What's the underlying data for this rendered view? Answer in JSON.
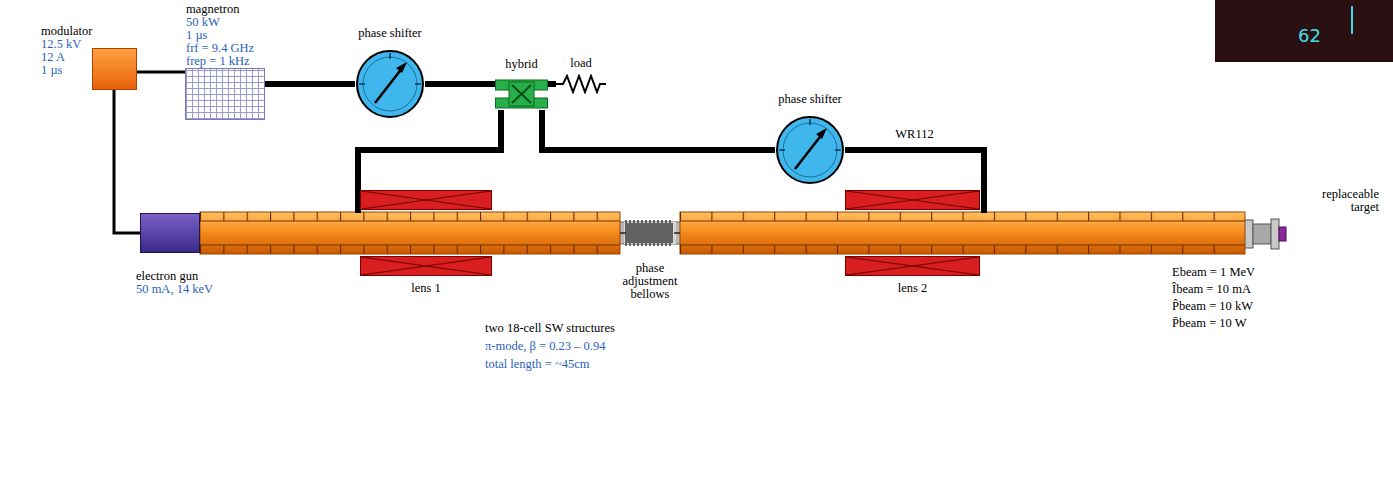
{
  "diagram": {
    "nodes": [
      {
        "text": [
          "modulator",
          "12.5 kV",
          "12 A",
          "1 µs"
        ]
      },
      {
        "text": [
          "magnetron",
          "50 kW",
          "1 µs",
          "frf = 9.4 GHz",
          "frep = 1 kHz"
        ]
      },
      {
        "text": [
          "phase shifter"
        ]
      },
      {
        "text": [
          "hybrid"
        ]
      },
      {
        "text": [
          "load"
        ]
      },
      {
        "text": [
          "phase shifter"
        ]
      },
      {
        "text": [
          "electron gun",
          "50 mA, 14 keV"
        ]
      },
      {
        "text": [
          "lens 1"
        ]
      },
      {
        "text": [
          "phase adjustment bellows"
        ]
      },
      {
        "text": [
          "lens 2"
        ]
      },
      {
        "text": [
          "replaceable target"
        ]
      }
    ],
    "edges": [
      {
        "from": 0,
        "to": 1,
        "arrow": "none"
      },
      {
        "from": 0,
        "to": 6,
        "arrow": "none"
      },
      {
        "from": 1,
        "to": 2,
        "arrow": "none"
      },
      {
        "from": 2,
        "to": 3,
        "arrow": "none"
      },
      {
        "from": 3,
        "to": 4,
        "arrow": "none"
      },
      {
        "from": 3,
        "to": 7,
        "arrow": "none"
      },
      {
        "from": 3,
        "to": 5,
        "arrow": "none"
      },
      {
        "from": 5,
        "to": 9,
        "label": "WR112",
        "arrow": "none"
      }
    ],
    "labels": [
      "two 18-cell SW structures",
      "π-mode,  β = 0.23 – 0.94",
      "total length = ~45cm",
      "Ebeam = 1 MeV",
      "Îbeam = 10 mA",
      "P̂beam = 10 kW",
      "P̄beam = 10 W",
      "62"
    ]
  }
}
